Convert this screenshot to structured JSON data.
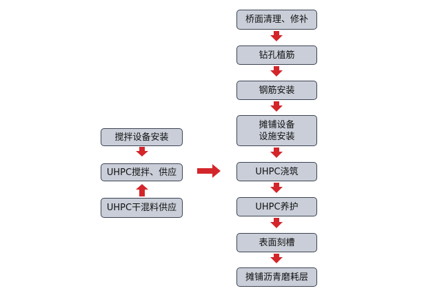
{
  "colors": {
    "box_fill": "#c9ced8",
    "box_border": "#3a4150",
    "arrow": "#d3262b"
  },
  "left_column": {
    "top": "搅拌设备安装",
    "middle": "UHPC搅拌、供应",
    "bottom": "UHPC干混料供应"
  },
  "right_column": {
    "steps": [
      "桥面清理、修补",
      "钻孔植筋",
      "钢筋安装",
      "摊铺设备\n设施安装",
      "UHPC浇筑",
      "UHPC养护",
      "表面刻槽",
      "摊铺沥青磨耗层"
    ]
  }
}
